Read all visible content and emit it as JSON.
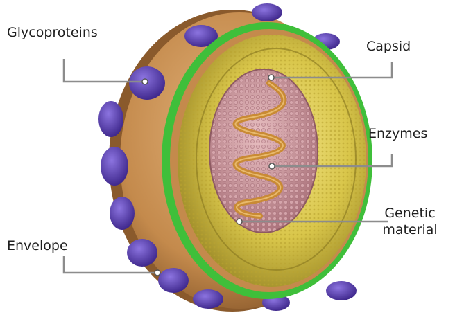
{
  "labels": {
    "glycoproteins": "Glycoproteins",
    "capsid": "Capsid",
    "enzymes": "Enzymes",
    "genetic_line1": "Genetic",
    "genetic_line2": "material",
    "envelope": "Envelope"
  },
  "colors": {
    "envelope": "#c48a4c",
    "envelope_dark": "#8a5a2c",
    "glycoprotein": "#5a3fb0",
    "green_layer": "#3fbf3a",
    "capsid_yellow": "#d9c64a",
    "core_pink": "#c9949a",
    "rna": "#c98a34",
    "leader": "#8c8c8c"
  }
}
